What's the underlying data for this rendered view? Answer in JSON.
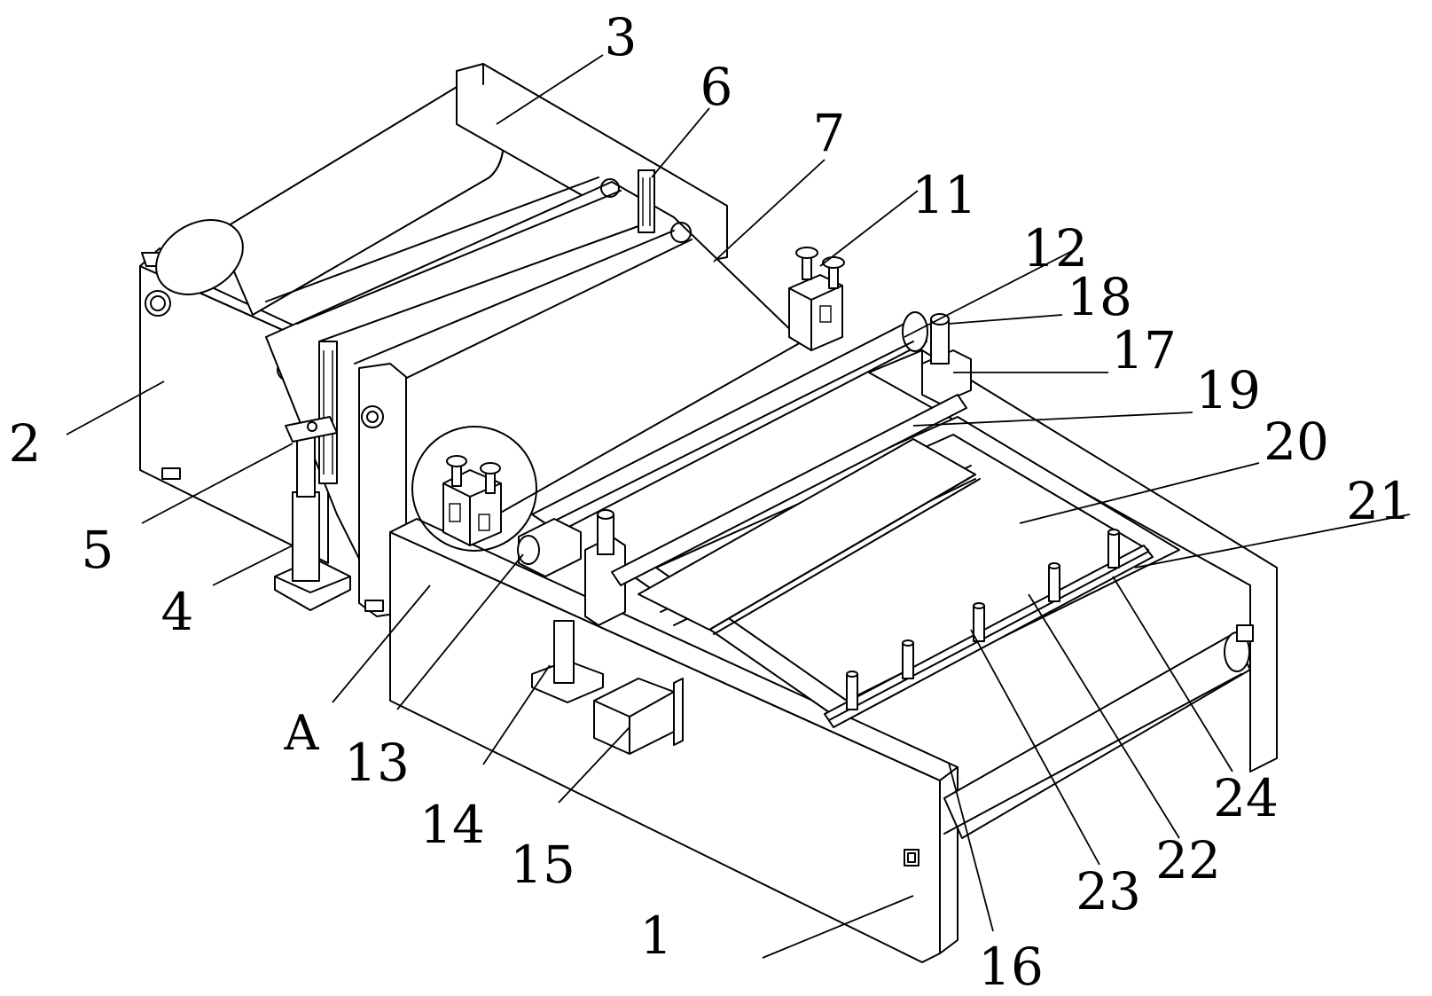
{
  "diagram": {
    "labels": [
      {
        "id": "1",
        "text": "1"
      },
      {
        "id": "2",
        "text": "2"
      },
      {
        "id": "3",
        "text": "3"
      },
      {
        "id": "4",
        "text": "4"
      },
      {
        "id": "5",
        "text": "5"
      },
      {
        "id": "6",
        "text": "6"
      },
      {
        "id": "7",
        "text": "7"
      },
      {
        "id": "11",
        "text": "11"
      },
      {
        "id": "12",
        "text": "12"
      },
      {
        "id": "13",
        "text": "13"
      },
      {
        "id": "14",
        "text": "14"
      },
      {
        "id": "15",
        "text": "15"
      },
      {
        "id": "16",
        "text": "16"
      },
      {
        "id": "17",
        "text": "17"
      },
      {
        "id": "18",
        "text": "18"
      },
      {
        "id": "19",
        "text": "19"
      },
      {
        "id": "20",
        "text": "20"
      },
      {
        "id": "21",
        "text": "21"
      },
      {
        "id": "22",
        "text": "22"
      },
      {
        "id": "23",
        "text": "23"
      },
      {
        "id": "24",
        "text": "24"
      },
      {
        "id": "A",
        "text": "A"
      }
    ]
  }
}
